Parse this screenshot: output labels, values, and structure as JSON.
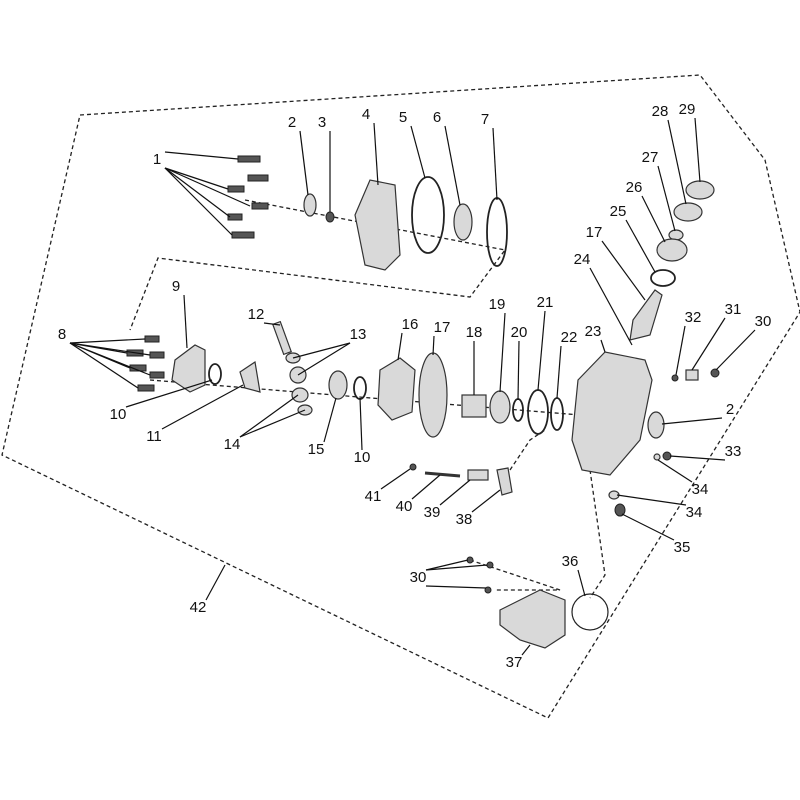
{
  "diagram": {
    "type": "exploded-parts-diagram",
    "callouts": [
      "1",
      "2",
      "3",
      "4",
      "5",
      "6",
      "7",
      "29",
      "28",
      "27",
      "26",
      "25",
      "17",
      "24",
      "9",
      "8",
      "12",
      "13",
      "16",
      "17",
      "18",
      "19",
      "20",
      "21",
      "22",
      "23",
      "32",
      "31",
      "30",
      "10",
      "11",
      "14",
      "15",
      "10",
      "2",
      "33",
      "34",
      "34",
      "35",
      "41",
      "40",
      "39",
      "38",
      "36",
      "30",
      "37",
      "42"
    ]
  }
}
